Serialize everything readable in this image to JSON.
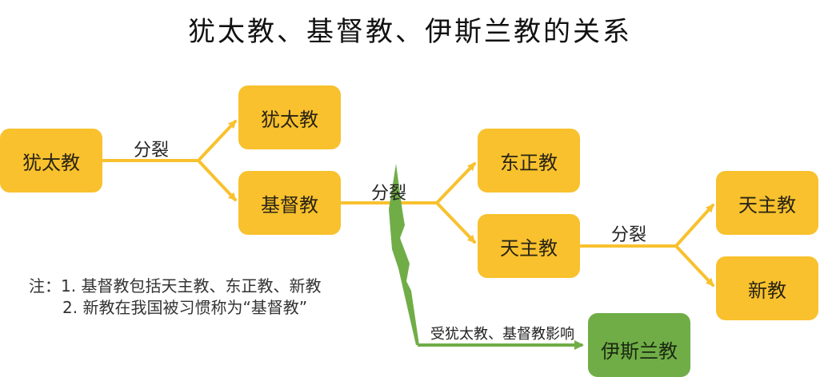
{
  "title": "犹太教、基督教、伊斯兰教的关系",
  "colors": {
    "node_fill": "#f8c12d",
    "arrow": "#f8c12d",
    "islam_fill": "#70ad47",
    "islam_arrow": "#70ad47"
  },
  "nodes": {
    "judaism_root": "犹太教",
    "judaism_branch": "犹太教",
    "christianity": "基督教",
    "orthodox": "东正教",
    "catholic_mid": "天主教",
    "catholic_right": "天主教",
    "protestant": "新教",
    "islam": "伊斯兰教"
  },
  "edge_labels": {
    "split_1": "分裂",
    "split_2": "分裂",
    "split_3": "分裂",
    "influence": "受犹太教、基督教影响"
  },
  "notes": {
    "prefix": "注：",
    "line1": "1. 基督教包括天主教、东正教、新教",
    "line2": "2. 新教在我国被习惯称为“基督教”"
  }
}
